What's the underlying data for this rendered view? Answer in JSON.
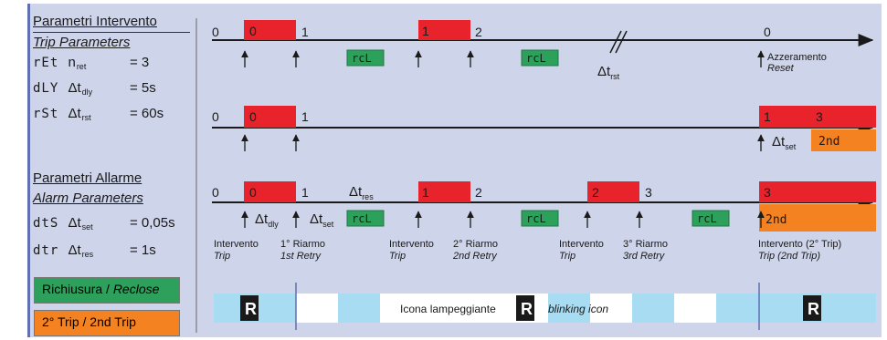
{
  "left_panel": {
    "intervento_title": "Parametri Intervento",
    "trip_title": "Trip Parameters",
    "rows_trip": [
      {
        "code": "rEt",
        "symbol": "n",
        "sub": "ret",
        "value": "= 3"
      },
      {
        "code": "dLY",
        "symbol": "Δt",
        "sub": "dly",
        "value": "= 5s"
      },
      {
        "code": "rSt",
        "symbol": "Δt",
        "sub": "rst",
        "value": "= 60s"
      }
    ],
    "allarme_title": "Parametri Allarme",
    "alarm_title": "Alarm Parameters",
    "rows_alarm": [
      {
        "code": "dtS",
        "symbol": "Δt",
        "sub": "set",
        "value": "= 0,05s"
      },
      {
        "code": "dtr",
        "symbol": "Δt",
        "sub": "res",
        "value": "= 1s"
      }
    ],
    "legend_reclose": "Richiusura / ",
    "legend_reclose_it": "Reclose",
    "legend_2nd": "2° Trip / 2nd Trip"
  },
  "colors": {
    "red": "#e8232b",
    "green": "#2da15b",
    "orange": "#f58220",
    "panel": "#ced4e9",
    "blink": "#a7dcf3"
  },
  "row1": {
    "counts": [
      "0",
      "1",
      "1",
      "2",
      "0"
    ],
    "block_labels": [
      "0",
      "1"
    ],
    "rcl": [
      "rcL",
      "rcL"
    ],
    "delta": "Δt",
    "delta_sub": "rst",
    "reset_it": "Azzeramento",
    "reset_en": "Reset"
  },
  "row2": {
    "counts": [
      "0",
      "1"
    ],
    "block_labels": [
      "0",
      "1",
      "3"
    ],
    "delta": "Δt",
    "delta_sub": "set",
    "badge": "2nd"
  },
  "row3": {
    "counts": [
      "0",
      "1",
      "2",
      "3"
    ],
    "block_labels": [
      "0",
      "1",
      "2",
      "3"
    ],
    "rcl": [
      "rcL",
      "rcL",
      "rcL"
    ],
    "d_dly": "Δt",
    "d_dly_sub": "dly",
    "d_set": "Δt",
    "d_set_sub": "set",
    "d_res": "Δt",
    "d_res_sub": "res",
    "badge": "2nd",
    "events": [
      {
        "a": "Intervento",
        "b": "Trip"
      },
      {
        "a": "1° Riarmo",
        "b": "1st Retry"
      },
      {
        "a": "Intervento",
        "b": "Trip"
      },
      {
        "a": "2° Riarmo",
        "b": "2nd Retry"
      },
      {
        "a": "Intervento",
        "b": "Trip"
      },
      {
        "a": "3° Riarmo",
        "b": "3rd Retry"
      },
      {
        "a": "Intervento (2° Trip)",
        "b": "Trip (2nd Trip)"
      }
    ]
  },
  "blink": {
    "icon": "R",
    "label_it": "Icona lampeggiante",
    "label_en": "blinking icon"
  }
}
